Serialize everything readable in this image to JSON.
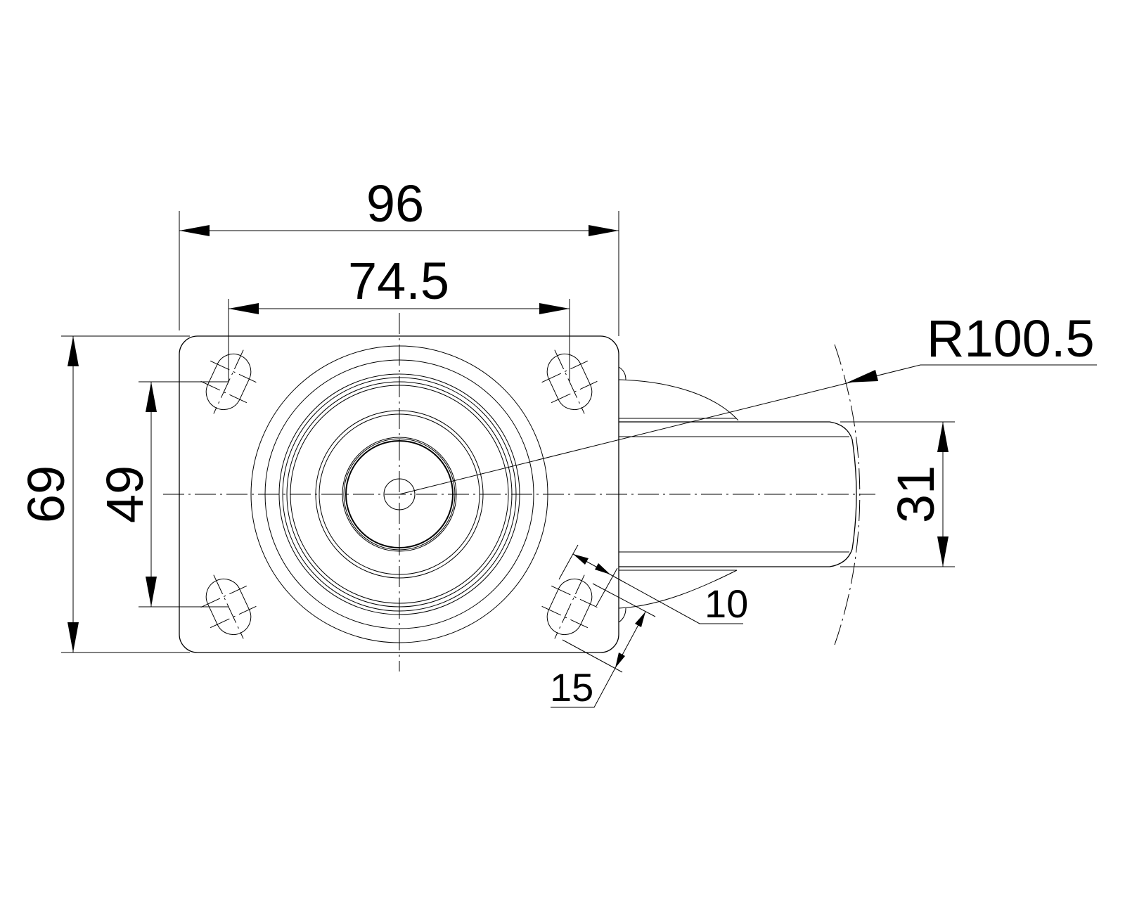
{
  "drawing": {
    "dimensions": {
      "plate_width": "96",
      "hole_spacing_x": "74.5",
      "plate_height": "69",
      "hole_spacing_y": "49",
      "wheel_radius": "R100.5",
      "wheel_width": "31",
      "slot_width": "10",
      "slot_length": "15"
    },
    "colors": {
      "line": "#000000",
      "background": "#ffffff"
    }
  }
}
